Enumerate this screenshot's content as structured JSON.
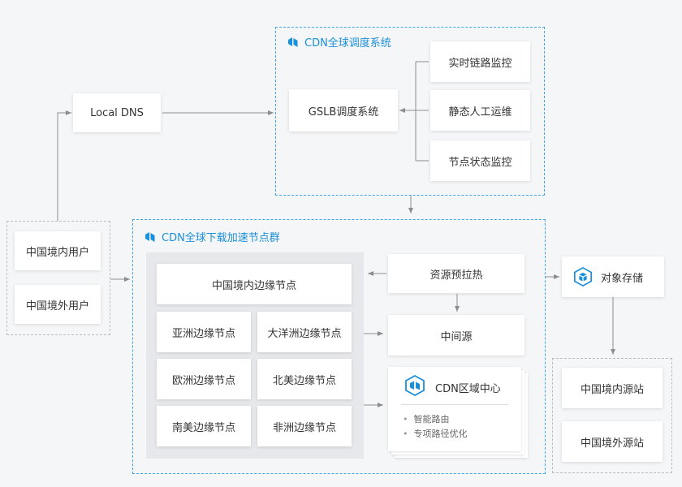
{
  "local_dns": "Local DNS",
  "cdn_dispatch": {
    "title": "CDN全球调度系统",
    "gslb": "GSLB调度系统",
    "monitors": [
      "实时链路监控",
      "静态人工运维",
      "节点状态监控"
    ]
  },
  "users": [
    "中国境内用户",
    "中国境外用户"
  ],
  "cdn_nodes": {
    "title": "CDN全球下载加速节点群",
    "edge_nodes": {
      "domestic": "中国境内边缘节点",
      "asia": "亚洲边缘节点",
      "oceania": "大洋洲边缘节点",
      "europe": "欧洲边缘节点",
      "north_america": "北美边缘节点",
      "south_america": "南美边缘节点",
      "africa": "非洲边缘节点"
    },
    "prefetch": "资源预拉热",
    "middle_source": "中间源",
    "region_center": {
      "title": "CDN区域中心",
      "features": [
        "智能路由",
        "专项路径优化"
      ]
    }
  },
  "object_storage": "对象存储",
  "origins": [
    "中国境内源站",
    "中国境外源站"
  ],
  "colors": {
    "accent": "#1a8fdb",
    "dashed_blue": "#3ea6e6",
    "arrow": "#8a8d92"
  }
}
